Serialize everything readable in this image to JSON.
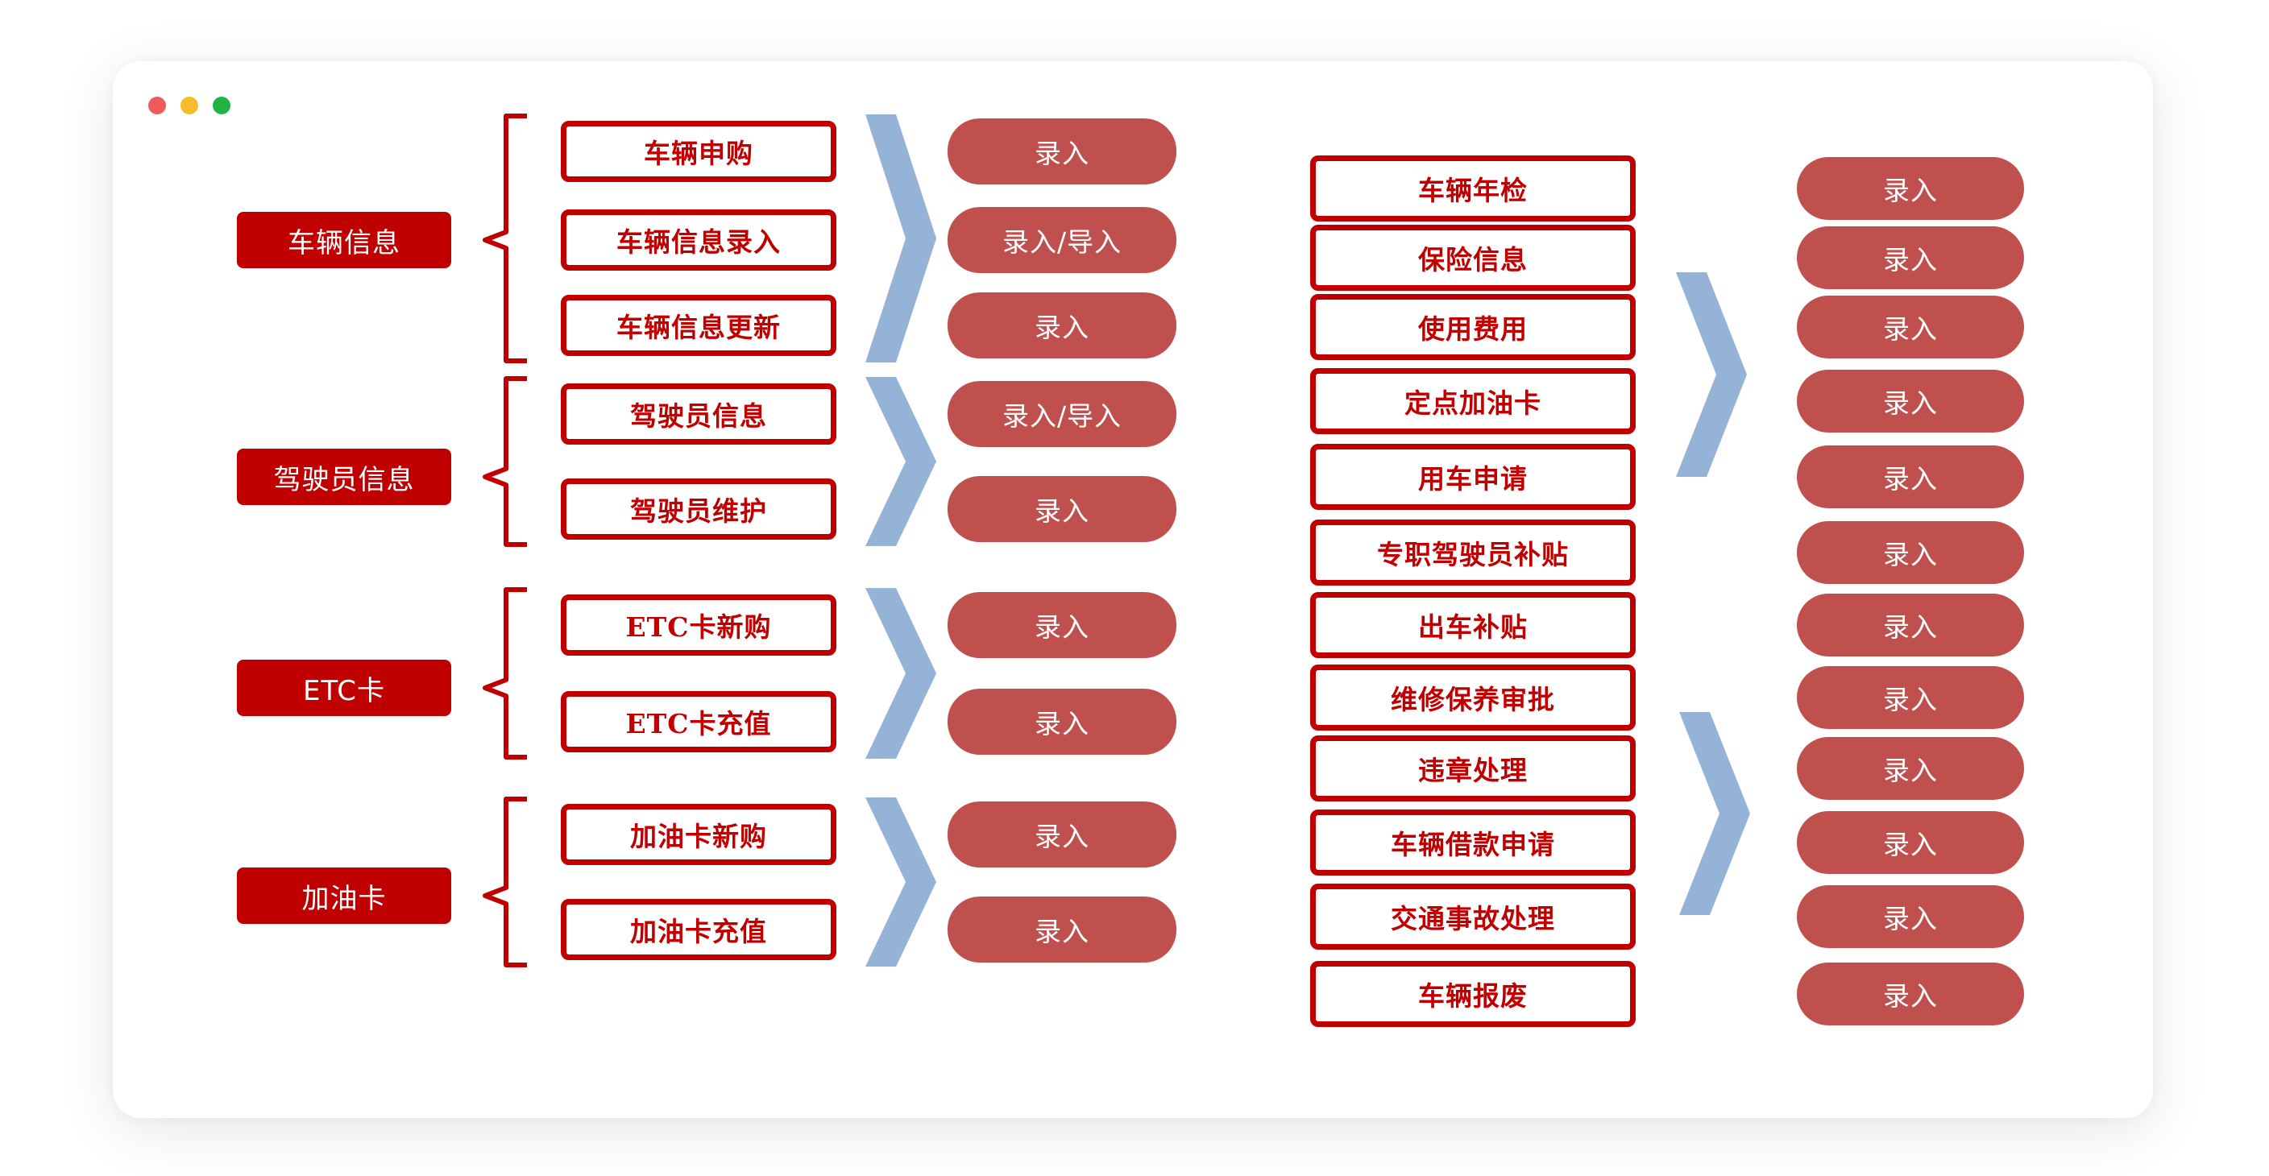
{
  "colors": {
    "category_fill": "#c00000",
    "item_border": "#c00000",
    "pill_fill": "#c0504d",
    "chevron": "#95b3d7"
  },
  "groups": [
    {
      "category": "车辆信息",
      "items": [
        {
          "label": "车辆申购",
          "action": "录入"
        },
        {
          "label": "车辆信息录入",
          "action": "录入/导入"
        },
        {
          "label": "车辆信息更新",
          "action": "录入"
        }
      ]
    },
    {
      "category": "驾驶员信息",
      "items": [
        {
          "label": "驾驶员信息",
          "action": "录入/导入"
        },
        {
          "label": "驾驶员维护",
          "action": "录入"
        }
      ]
    },
    {
      "category": "ETC卡",
      "items": [
        {
          "label": "ETC卡新购",
          "action": "录入"
        },
        {
          "label": "ETC卡充值",
          "action": "录入"
        }
      ]
    },
    {
      "category": "加油卡",
      "items": [
        {
          "label": "加油卡新购",
          "action": "录入"
        },
        {
          "label": "加油卡充值",
          "action": "录入"
        }
      ]
    }
  ],
  "right_items": [
    {
      "label": "车辆年检",
      "action": "录入"
    },
    {
      "label": "保险信息",
      "action": "录入"
    },
    {
      "label": "使用费用",
      "action": "录入"
    },
    {
      "label": "定点加油卡",
      "action": "录入"
    },
    {
      "label": "用车申请",
      "action": "录入"
    },
    {
      "label": "专职驾驶员补贴",
      "action": "录入"
    },
    {
      "label": "出车补贴",
      "action": "录入"
    },
    {
      "label": "维修保养审批",
      "action": "录入"
    },
    {
      "label": "违章处理",
      "action": "录入"
    },
    {
      "label": "车辆借款申请",
      "action": "录入"
    },
    {
      "label": "交通事故处理",
      "action": "录入"
    },
    {
      "label": "车辆报废",
      "action": "录入"
    }
  ]
}
